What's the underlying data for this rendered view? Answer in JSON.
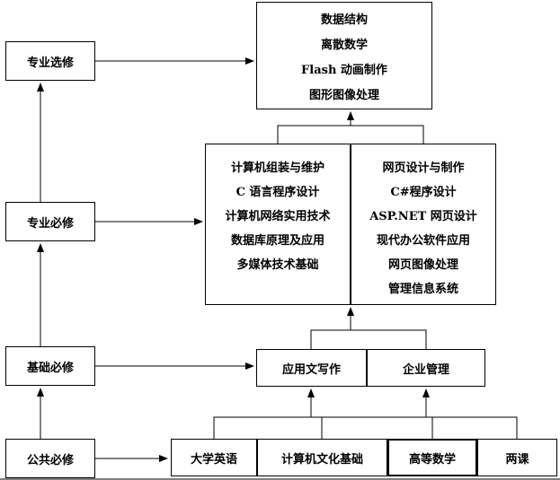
{
  "colors": {
    "line": "#000000",
    "background": "#ffffff",
    "text": "#000000"
  },
  "left_column": [
    {
      "label": "专业选修"
    },
    {
      "label": "专业必修"
    },
    {
      "label": "基础必修"
    },
    {
      "label": "公共必修"
    }
  ],
  "elective_box": {
    "lines": [
      "数据结构",
      "离散数学",
      "Flash 动画制作",
      "图形图像处理"
    ]
  },
  "major_left_box": {
    "lines": [
      "计算机组装与维护",
      "C 语言程序设计",
      "计算机网络实用技术",
      "数据库原理及应用",
      "多媒体技术基础"
    ]
  },
  "major_right_box": {
    "lines": [
      "网页设计与制作",
      "C#程序设计",
      "ASP.NET 网页设计",
      "现代办公软件应用",
      "网页图像处理",
      "管理信息系统"
    ]
  },
  "basic_row": [
    {
      "label": "应用文写作"
    },
    {
      "label": "企业管理"
    }
  ],
  "public_row": [
    {
      "label": "大学英语"
    },
    {
      "label": "计算机文化基础"
    },
    {
      "label": "高等数学"
    },
    {
      "label": "两课"
    }
  ]
}
